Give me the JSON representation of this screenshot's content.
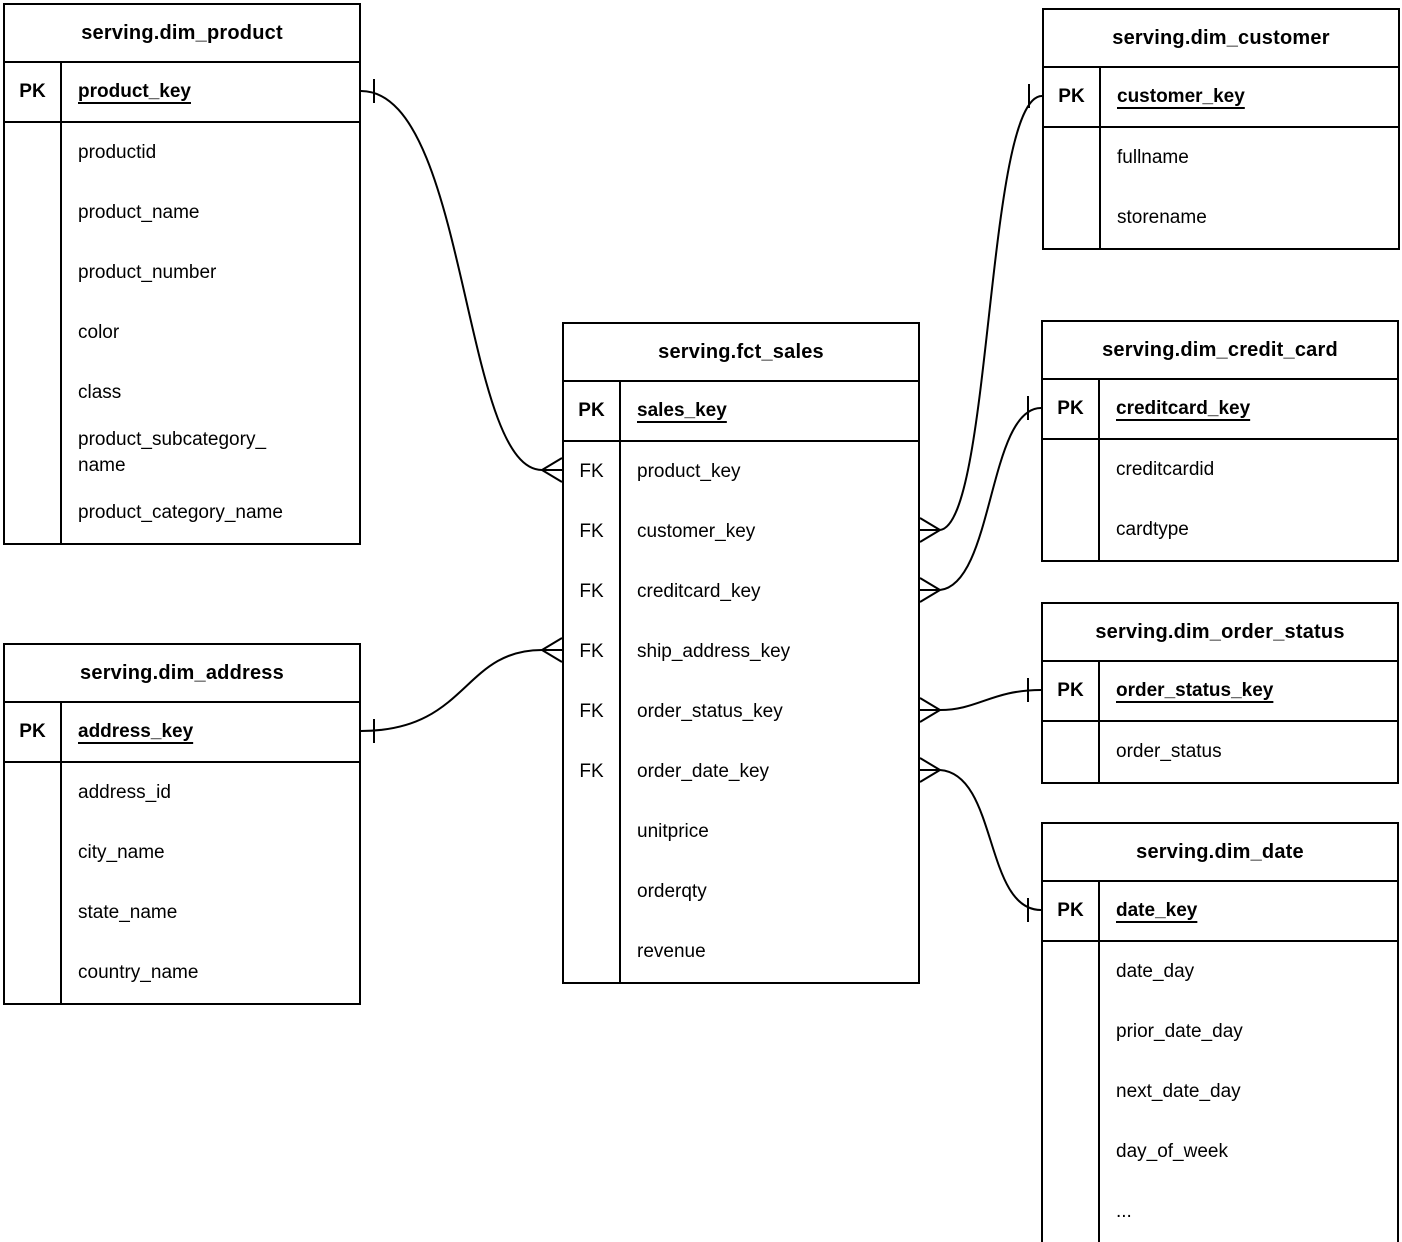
{
  "diagram_type": "entity-relationship",
  "tables": {
    "dim_product": {
      "title": "serving.dim_product",
      "pk_label": "PK",
      "pk_field": "product_key",
      "fields": [
        {
          "key": "",
          "name": "productid"
        },
        {
          "key": "",
          "name": "product_name"
        },
        {
          "key": "",
          "name": "product_number"
        },
        {
          "key": "",
          "name": "color"
        },
        {
          "key": "",
          "name": "class"
        },
        {
          "key": "",
          "name": "product_subcategory_\nname"
        },
        {
          "key": "",
          "name": "product_category_name"
        }
      ]
    },
    "dim_address": {
      "title": "serving.dim_address",
      "pk_label": "PK",
      "pk_field": "address_key",
      "fields": [
        {
          "key": "",
          "name": "address_id"
        },
        {
          "key": "",
          "name": "city_name"
        },
        {
          "key": "",
          "name": "state_name"
        },
        {
          "key": "",
          "name": "country_name"
        }
      ]
    },
    "fct_sales": {
      "title": "serving.fct_sales",
      "pk_label": "PK",
      "pk_field": "sales_key",
      "fields": [
        {
          "key": "FK",
          "name": "product_key"
        },
        {
          "key": "FK",
          "name": "customer_key"
        },
        {
          "key": "FK",
          "name": "creditcard_key"
        },
        {
          "key": "FK",
          "name": "ship_address_key"
        },
        {
          "key": "FK",
          "name": "order_status_key"
        },
        {
          "key": "FK",
          "name": "order_date_key"
        },
        {
          "key": "",
          "name": "unitprice"
        },
        {
          "key": "",
          "name": "orderqty"
        },
        {
          "key": "",
          "name": "revenue"
        }
      ]
    },
    "dim_customer": {
      "title": "serving.dim_customer",
      "pk_label": "PK",
      "pk_field": "customer_key",
      "fields": [
        {
          "key": "",
          "name": "fullname"
        },
        {
          "key": "",
          "name": "storename"
        }
      ]
    },
    "dim_credit_card": {
      "title": "serving.dim_credit_card",
      "pk_label": "PK",
      "pk_field": "creditcard_key",
      "fields": [
        {
          "key": "",
          "name": "creditcardid"
        },
        {
          "key": "",
          "name": "cardtype"
        }
      ]
    },
    "dim_order_status": {
      "title": "serving.dim_order_status",
      "pk_label": "PK",
      "pk_field": "order_status_key",
      "fields": [
        {
          "key": "",
          "name": "order_status"
        }
      ]
    },
    "dim_date": {
      "title": "serving.dim_date",
      "pk_label": "PK",
      "pk_field": "date_key",
      "fields": [
        {
          "key": "",
          "name": "date_day"
        },
        {
          "key": "",
          "name": "prior_date_day"
        },
        {
          "key": "",
          "name": "next_date_day"
        },
        {
          "key": "",
          "name": "day_of_week"
        },
        {
          "key": "",
          "name": "..."
        }
      ]
    }
  },
  "relations": [
    {
      "one": "serving.dim_product.product_key",
      "many": "serving.fct_sales.product_key"
    },
    {
      "one": "serving.dim_address.address_key",
      "many": "serving.fct_sales.ship_address_key"
    },
    {
      "one": "serving.dim_customer.customer_key",
      "many": "serving.fct_sales.customer_key"
    },
    {
      "one": "serving.dim_credit_card.creditcard_key",
      "many": "serving.fct_sales.creditcard_key"
    },
    {
      "one": "serving.dim_order_status.order_status_key",
      "many": "serving.fct_sales.order_status_key"
    },
    {
      "one": "serving.dim_date.date_key",
      "many": "serving.fct_sales.order_date_key"
    }
  ],
  "colors": {
    "line": "#000000",
    "background": "#ffffff",
    "text": "#000000"
  }
}
